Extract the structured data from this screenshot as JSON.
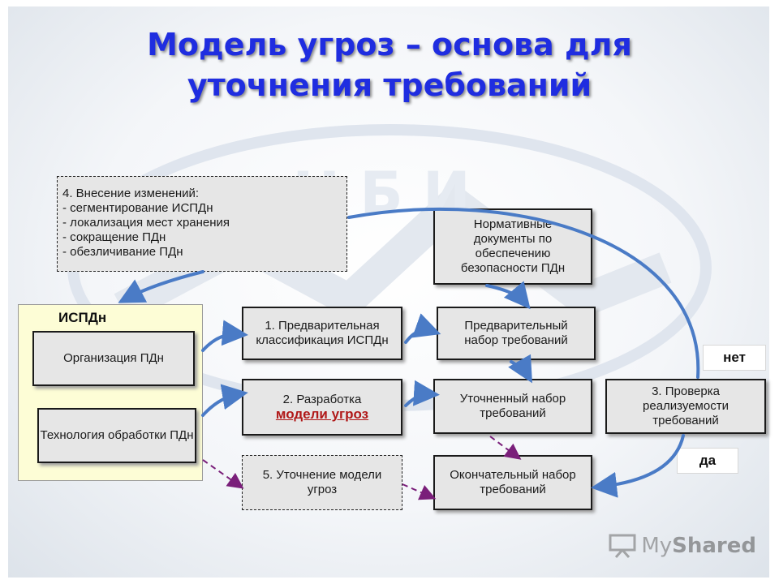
{
  "slide": {
    "title_line1": "Модель угроз – основа для",
    "title_line2": "уточнения требований"
  },
  "watermark": {
    "text": "Н Б И"
  },
  "changes_box": {
    "lines": [
      "4. Внесение изменений:",
      "- сегментирование ИСПДн",
      "- локализация мест хранения",
      "- сокращение ПДн",
      "- обезличивание ПДн"
    ]
  },
  "ispdn": {
    "title": "ИСПДн",
    "org_box": "Организация ПДн",
    "tech_box": "Технология обработки ПДн"
  },
  "steps": {
    "step1": "1. Предварительная классификация ИСПДн",
    "step2_prefix": "2. Разработка",
    "step2_highlight": "модели угроз",
    "step3": "3. Проверка реализуемости требований",
    "step5": "5. Уточнение модели угроз"
  },
  "requirements": {
    "normative": "Нормативные документы по обеспечению безопасности ПДн",
    "preliminary": "Предварительный набор требований",
    "refined": "Уточненный набор требований",
    "final": "Окончательный набор требований"
  },
  "labels": {
    "no": "нет",
    "yes": "да"
  },
  "colors": {
    "title": "#1f2de0",
    "arrow_blue": "#4a7bc6",
    "arrow_purple": "#7a1f7a",
    "highlight": "#b01818",
    "ispdn_bg": "#fdfdd6"
  },
  "logo": {
    "brand_my": "My",
    "brand_shared": "Shared",
    "icon": "presentation-board-icon"
  }
}
